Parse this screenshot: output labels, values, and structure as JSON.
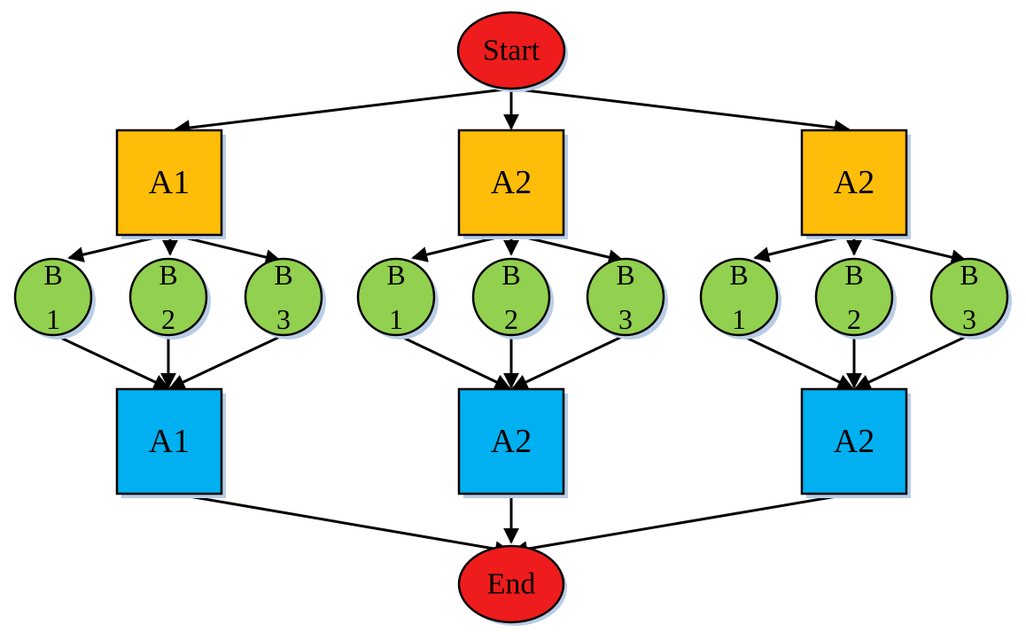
{
  "colors": {
    "terminal": "#ee1c1c",
    "top_box": "#fdbd09",
    "circle": "#92d050",
    "bottom_box": "#00b0f0",
    "shadow": "#b9cde6",
    "edge": "#000000"
  },
  "start": {
    "label": "Start"
  },
  "end": {
    "label": "End"
  },
  "groups": [
    {
      "top_label": "A1",
      "bottom_label": "A1",
      "circles": [
        {
          "line1": "B",
          "line2": "1"
        },
        {
          "line1": "B",
          "line2": "2"
        },
        {
          "line1": "B",
          "line2": "3"
        }
      ]
    },
    {
      "top_label": "A2",
      "bottom_label": "A2",
      "circles": [
        {
          "line1": "B",
          "line2": "1"
        },
        {
          "line1": "B",
          "line2": "2"
        },
        {
          "line1": "B",
          "line2": "3"
        }
      ]
    },
    {
      "top_label": "A2",
      "bottom_label": "A2",
      "circles": [
        {
          "line1": "B",
          "line2": "1"
        },
        {
          "line1": "B",
          "line2": "2"
        },
        {
          "line1": "B",
          "line2": "3"
        }
      ]
    }
  ]
}
